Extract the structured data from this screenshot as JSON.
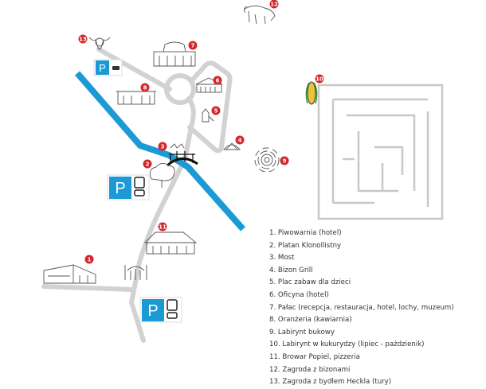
{
  "colors": {
    "river": "#1b9ad6",
    "road": "#d2d2d2",
    "marker": "#d6252b",
    "parking": "#1b9ad6",
    "maze": "#c8c8c8"
  },
  "parking": {
    "label": "P"
  },
  "markers": [
    "1",
    "2",
    "3",
    "4",
    "5",
    "6",
    "7",
    "8",
    "9",
    "10",
    "11",
    "12",
    "13"
  ],
  "legend": [
    "1. Piwowarnia (hotel)",
    "2. Platan Klonollistny",
    "3. Most",
    "4. Bizon Grill",
    "5. Plac zabaw dla dzieci",
    "6. Oficyna (hotel)",
    "7. Pałac (recepcja, restauracja, hotel, lochy, muzeum)",
    "8. Oranżeria (kawiarnia)",
    "9. Labirynt bukowy",
    "10. Labirynt w kukurydzy (lipiec - pażdzienik)",
    "11. Browar Popiel, pizzeria",
    "12. Zagroda z bizonami",
    "13. Zagroda z bydłem Heckla (tury)"
  ]
}
